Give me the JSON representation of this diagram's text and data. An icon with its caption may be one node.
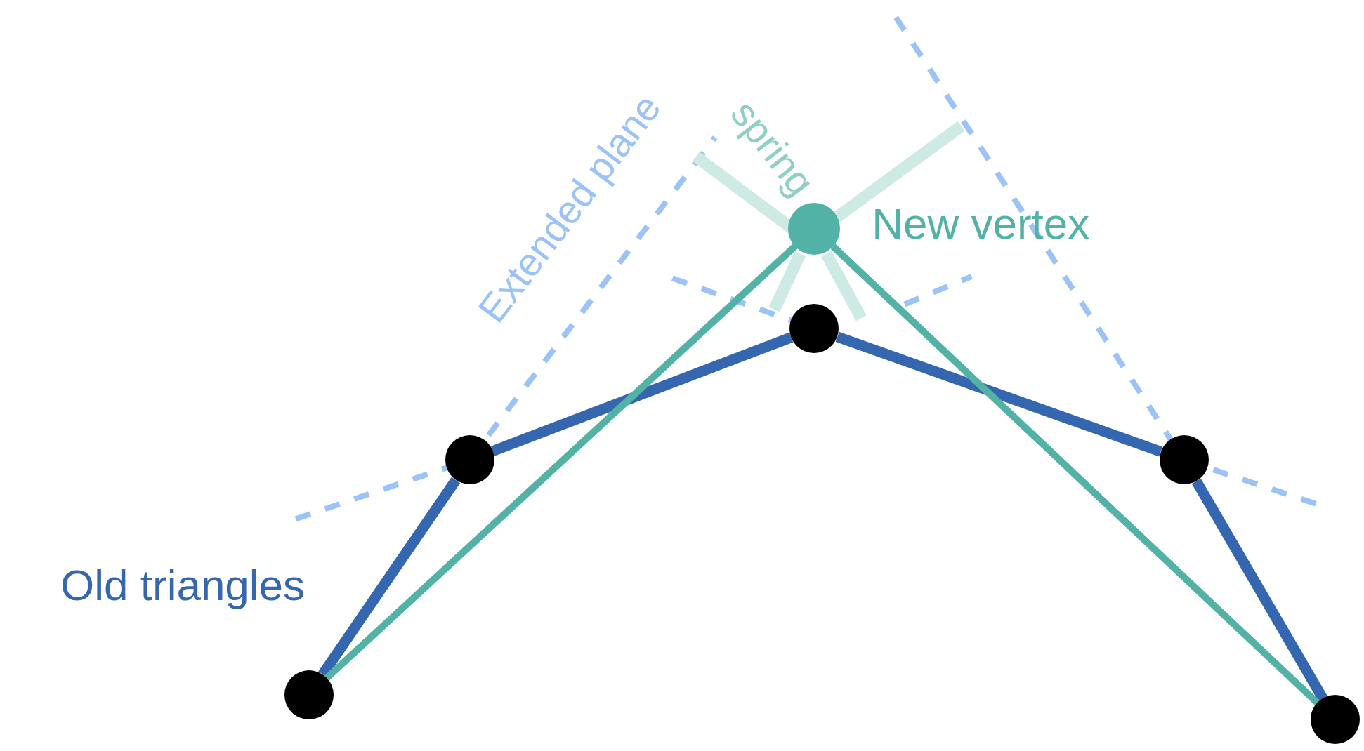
{
  "diagram": {
    "nodes": [
      {
        "text": [],
        "shape": "circle",
        "beside": [
          "New vertex"
        ]
      },
      {
        "text": [],
        "shape": "circle"
      },
      {
        "text": [],
        "shape": "circle"
      },
      {
        "text": [],
        "shape": "circle"
      },
      {
        "text": [],
        "shape": "circle"
      },
      {
        "text": [],
        "shape": "circle"
      }
    ],
    "edges": [
      {
        "from": 4,
        "to": 2,
        "arrow": "none"
      },
      {
        "from": 2,
        "to": 1,
        "arrow": "none"
      },
      {
        "from": 1,
        "to": 3,
        "arrow": "none"
      },
      {
        "from": 3,
        "to": 5,
        "arrow": "none"
      },
      {
        "from": 4,
        "to": 0,
        "arrow": "none",
        "color": "#52b2a5"
      },
      {
        "from": 0,
        "to": 5,
        "arrow": "none",
        "color": "#52b2a5"
      }
    ],
    "labels": [
      "Extended plane",
      "spring",
      "Old triangles"
    ]
  }
}
